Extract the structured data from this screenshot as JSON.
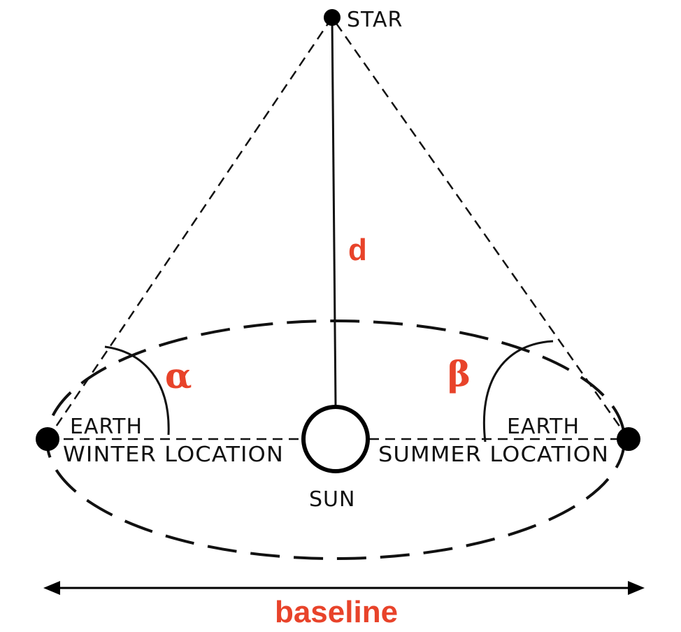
{
  "labels": {
    "star": "STAR",
    "sun": "SUN",
    "earth_left": "EARTH",
    "winter_location": "WINTER LOCATION",
    "earth_right": "EARTH",
    "summer_location": "SUMMER LOCATION",
    "distance": "d",
    "angle_alpha": "α",
    "angle_beta": "β",
    "baseline": "baseline"
  },
  "colors": {
    "accent": "#e8432a",
    "line": "#111111"
  },
  "icons": {
    "baseline_arrow": "double-headed-arrow"
  }
}
